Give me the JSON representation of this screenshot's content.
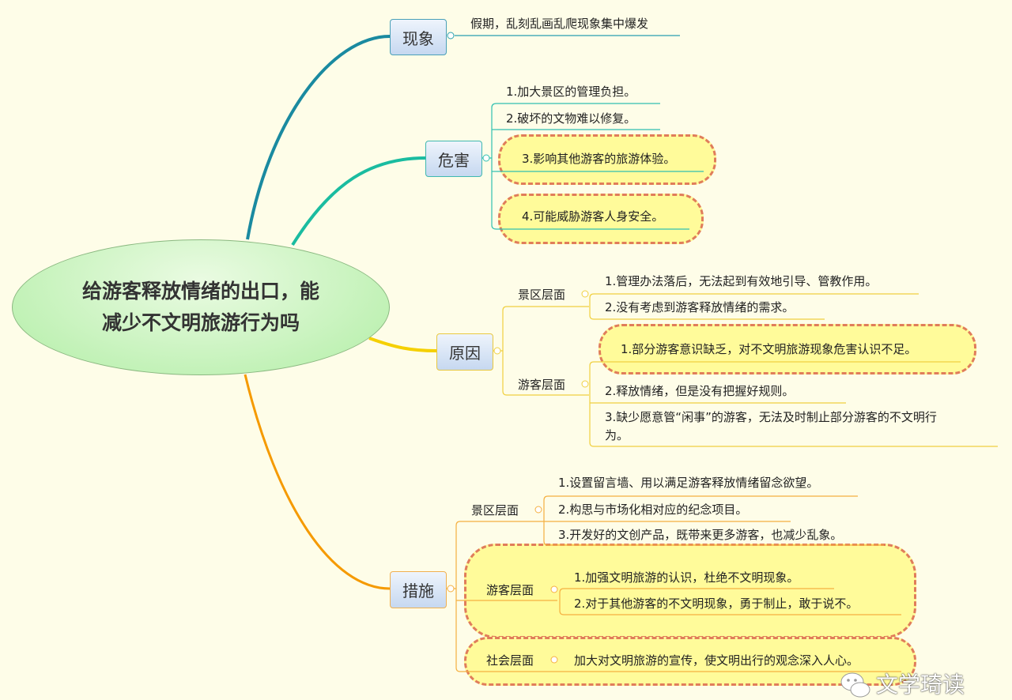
{
  "root": {
    "line1": "给游客释放情绪的出口，能",
    "line2": "减少不文明旅游行为吗"
  },
  "branches": {
    "phenomenon": {
      "label": "现象",
      "items": [
        "假期，乱刻乱画乱爬现象集中爆发"
      ]
    },
    "harm": {
      "label": "危害",
      "items": [
        "1.加大景区的管理负担。",
        "2.破坏的文物难以修复。",
        "3.影响其他游客的旅游体验。",
        "4.可能威胁游客人身安全。"
      ]
    },
    "cause": {
      "label": "原因",
      "scenic": {
        "label": "景区层面",
        "items": [
          "1.管理办法落后，无法起到有效地引导、管教作用。",
          "2.没有考虑到游客释放情绪的需求。"
        ]
      },
      "tourist": {
        "label": "游客层面",
        "items": [
          "1.部分游客意识缺乏，对不文明旅游现象危害认识不足。",
          "2.释放情绪，但是没有把握好规则。",
          "3.缺少愿意管“闲事”的游客，无法及时制止部分游客的不文明行",
          "为。"
        ]
      }
    },
    "measures": {
      "label": "措施",
      "scenic": {
        "label": "景区层面",
        "items": [
          "1.设置留言墙、用以满足游客释放情绪留念欲望。",
          "2.构思与市场化相对应的纪念项目。",
          "3.开发好的文创产品，既带来更多游客，也减少乱象。"
        ]
      },
      "tourist": {
        "label": "游客层面",
        "items": [
          "1.加强文明旅游的认识，杜绝不文明现象。",
          "2.对于其他游客的不文明现象，勇于制止，敢于说不。"
        ]
      },
      "society": {
        "label": "社会层面",
        "items": [
          "加大对文明旅游的宣传，使文明出行的观念深入人心。"
        ]
      }
    }
  },
  "watermark": "文学琦读",
  "colors": {
    "phenomenon": "#1a8aa0",
    "harm": "#1abca0",
    "cause": "#f5d000",
    "measures": "#f59a00",
    "cloud_fill": "#fffb9a",
    "cloud_border": "#e07d5a"
  }
}
